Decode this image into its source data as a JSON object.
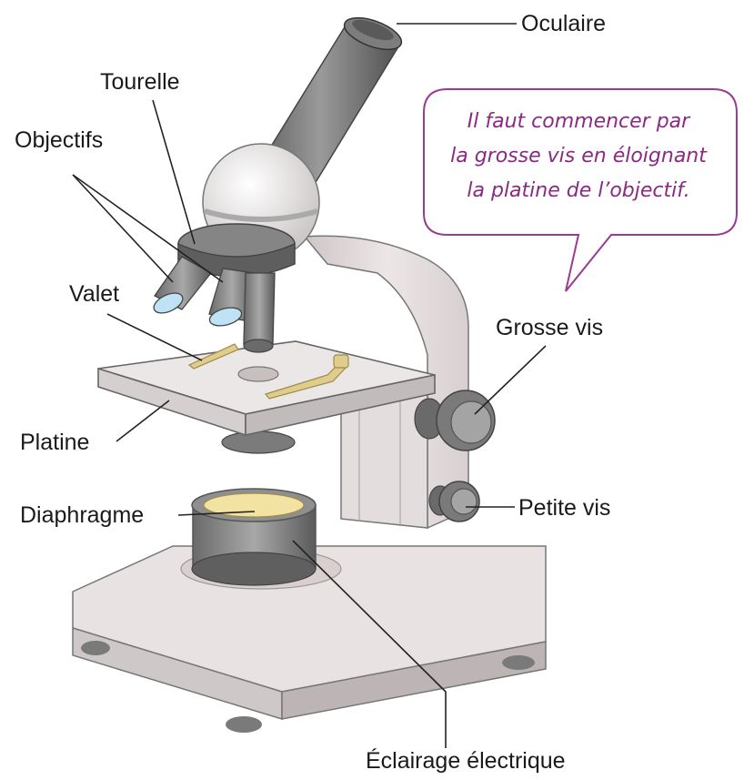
{
  "labels": {
    "oculaire": "Oculaire",
    "tourelle": "Tourelle",
    "objectifs": "Objectifs",
    "valet": "Valet",
    "platine": "Platine",
    "diaphragme": "Diaphragme",
    "grosse_vis": "Grosse vis",
    "petite_vis": "Petite vis",
    "eclairage": "Éclairage électrique"
  },
  "bubble": {
    "lines": [
      "Il faut commencer par",
      "la grosse vis en éloignant",
      "la platine de l’objectif."
    ]
  },
  "colors": {
    "bubble_border": "#9b3a94",
    "bubble_text": "#8a2a82",
    "body": "#e6e0e0",
    "metal_dark": "#6e6e6e",
    "lens": "#bfe3f5",
    "valet": "#e0cd8c"
  }
}
